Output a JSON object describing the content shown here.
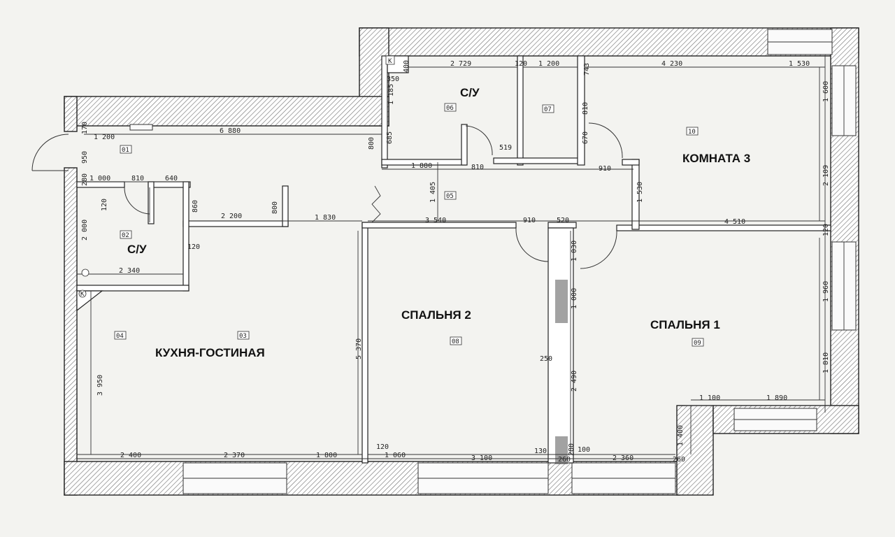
{
  "rooms": {
    "bath_top": "С/У",
    "bath_left": "С/У",
    "room3": "КОМНАТА 3",
    "bedroom2": "СПАЛЬНЯ 2",
    "bedroom1": "СПАЛЬНЯ 1",
    "kitchen": "КУХНЯ-ГОСТИНАЯ"
  },
  "room_numbers": {
    "r01": "01",
    "r02": "02",
    "r03": "03",
    "r04": "04",
    "r05": "05",
    "r06": "06",
    "r07": "07",
    "r08": "08",
    "r09": "09",
    "r10": "10"
  },
  "dimensions": {
    "d2729": "2 729",
    "d120a": "120",
    "d1200a": "1 200",
    "d743": "743",
    "d4230": "4 230",
    "d1530a": "1 530",
    "d400": "400",
    "d350": "350",
    "d1185": "1 185",
    "d685": "685",
    "d800a": "800",
    "d519": "519",
    "d810a": "810",
    "d670": "670",
    "d1600": "1 600",
    "d6880": "6 880",
    "d1200b": "1 200",
    "d170": "170",
    "d950": "950",
    "d1880": "1 880",
    "d810b": "810",
    "d910a": "910",
    "d1530b": "1 530",
    "d2109": "2 109",
    "d280": "280",
    "d1000a": "1 000",
    "d810c": "810",
    "d640": "640",
    "d860": "860",
    "d800b": "800",
    "d2200": "2 200",
    "d1830": "1 830",
    "d1405": "1 405",
    "d3540": "3 540",
    "d910b": "910",
    "d520": "520",
    "d4510": "4 510",
    "d120b": "120",
    "d120c": "120",
    "d2000": "2 000",
    "d120d": "120",
    "d2340": "2 340",
    "d1030": "1 030",
    "d1000b": "1 000",
    "d1960": "1 960",
    "d5370": "5 370",
    "d250": "250",
    "d2490": "2 490",
    "d1810": "1 810",
    "d3950": "3 950",
    "d1100": "1 100",
    "d1890": "1 890",
    "d1400": "1 400",
    "d120e": "120",
    "d1060": "1 060",
    "d130": "130",
    "d280b": "280",
    "d100": "100",
    "d2400": "2 400",
    "d2370": "2 370",
    "d1800": "1 800",
    "d3100": "3 100",
    "d260": "260",
    "d2360": "2 360",
    "d260b": "260"
  },
  "marks": {
    "k1": "K",
    "k2": "K"
  }
}
